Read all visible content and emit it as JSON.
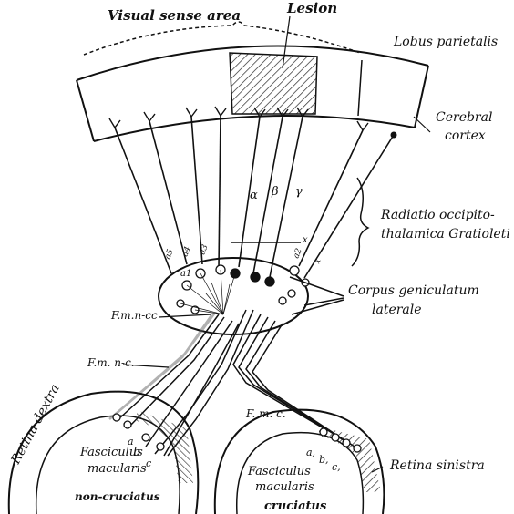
{
  "labels": {
    "visual_sense_area": "Visual sense area",
    "lesion": "Lesion",
    "lobus_parietalis": "Lobus parietalis",
    "cerebral": "Cerebral",
    "cortex": "cortex",
    "radiatio_1": "Radiatio occipito-",
    "radiatio_2": "thalamica Gratioleti",
    "corpus_1": "Corpus geniculatum",
    "corpus_2": "laterale",
    "fm_nc_1": "F.m.n-cc",
    "fm_nc_2": "F.m. n-c.",
    "fm_c": "F. m. c.",
    "retina_dextra": "Retina dextra",
    "retina_sinistra": "Retina sinistra",
    "fasc_left_1": "Fasciculus",
    "fasc_left_2": "macularis",
    "fasc_right_1": "Fasciculus",
    "fasc_right_2": "macularis",
    "non_cruciatus": "non-cruciatus",
    "cruciatus": "cruciatus"
  },
  "greek": {
    "alpha": "α",
    "beta": "β",
    "gamma": "γ"
  },
  "letters": {
    "a1": "a1",
    "a_left": "a",
    "b_left": "b",
    "c_left": "c",
    "a_right": "a,",
    "b_right": "b,",
    "c_right": "c,",
    "x": "x"
  },
  "fiber_marks": [
    "a5",
    "a4",
    "a3",
    "a2",
    "x"
  ]
}
